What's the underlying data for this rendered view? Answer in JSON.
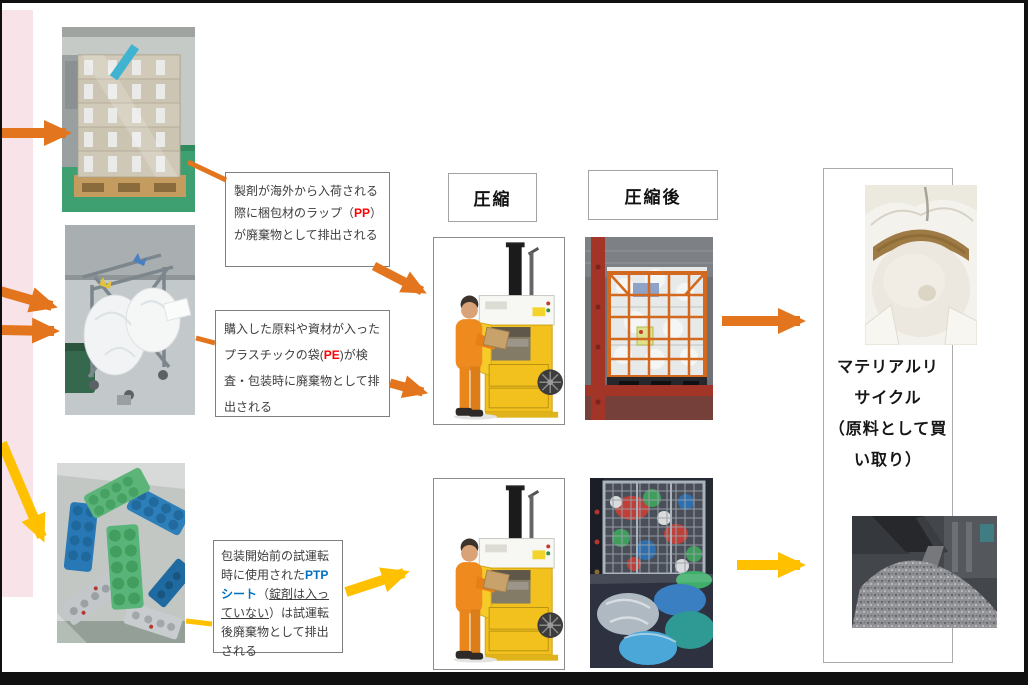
{
  "colors": {
    "arrow_orange": "#E2751D",
    "arrow_yellow": "#FFC000",
    "highlight_red": "#FF0000",
    "highlight_blue": "#0070C0",
    "left_bar_pink": "#F8E3E9"
  },
  "stage_labels": {
    "compression": "圧縮",
    "after_compression": "圧縮後"
  },
  "notes": [
    {
      "parts": [
        {
          "t": "製剤が海外から入荷される際に梱包材のラップ（"
        },
        {
          "t": "PP",
          "c": "red"
        },
        {
          "t": "）が廃棄物として排出される"
        }
      ]
    },
    {
      "parts": [
        {
          "t": "購入した原料や資材が入ったプラスチックの袋("
        },
        {
          "t": "PE",
          "c": "red"
        },
        {
          "t": ")が検査・包装時に廃棄物として排出される"
        }
      ]
    },
    {
      "parts": [
        {
          "t": "包装開始前の試運転時に使用された"
        },
        {
          "t": "PTPシート",
          "c": "blue"
        },
        {
          "t": "（"
        },
        {
          "t": "錠剤は入っていない",
          "c": "underline"
        },
        {
          "t": "）は試運転後廃棄物として排出される"
        }
      ]
    }
  ],
  "recycle_box": {
    "label_lines": [
      "マテリアルリ",
      "サイクル",
      "（原料として買",
      "い取り）"
    ]
  }
}
